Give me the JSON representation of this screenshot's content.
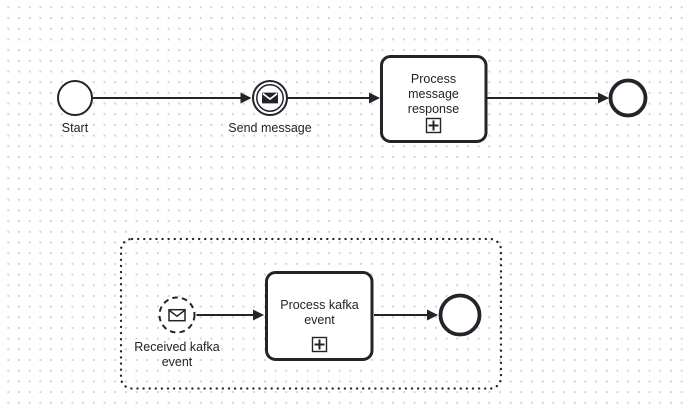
{
  "app": {
    "view": "bpmn-diagram-canvas"
  },
  "colors": {
    "stroke": "#22242a",
    "canvas_background": "#ffffff",
    "grid_dot": "#d2d2d2",
    "label_text": "#22242a"
  },
  "process": {
    "main_flow": {
      "start_event": {
        "type": "start-event",
        "label": "Start"
      },
      "send_message_event": {
        "type": "message-intermediate-throw-event",
        "icon": "envelope-filled-icon",
        "label": "Send message"
      },
      "process_message_subprocess": {
        "type": "collapsed-subprocess",
        "marker": "plus-marker-icon",
        "label": "Process message response"
      },
      "end_event": {
        "type": "end-event",
        "label": ""
      }
    },
    "event_subprocess": {
      "type": "event-subprocess",
      "border": "dotted",
      "received_kafka_event": {
        "type": "message-start-event-non-interrupting",
        "icon": "envelope-outline-icon",
        "label": "Received kafka event"
      },
      "process_kafka_subprocess": {
        "type": "collapsed-subprocess",
        "marker": "plus-marker-icon",
        "label": "Process kafka event"
      },
      "end_event": {
        "type": "end-event",
        "label": ""
      }
    }
  }
}
